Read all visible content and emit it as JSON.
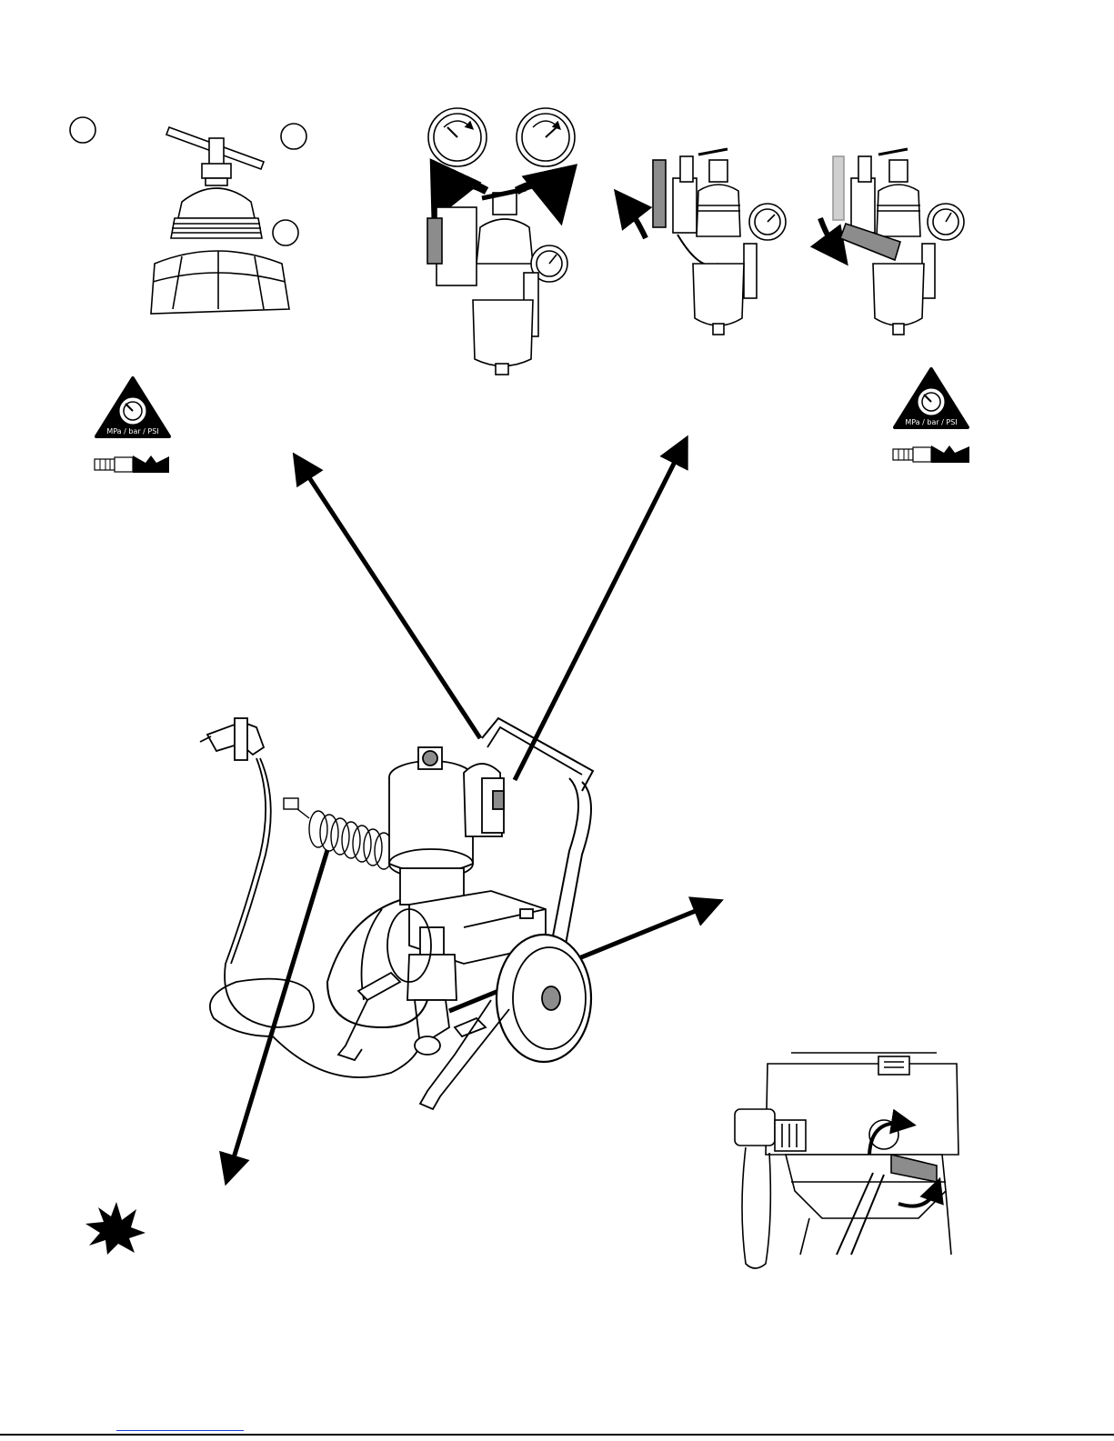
{
  "warning_symbol": {
    "units_label": "MPa / bar / PSI",
    "icon": "pressure-gauge-warning-icon"
  },
  "colors": {
    "line": "#000000",
    "shade": "#8c8c8c",
    "light_shade": "#d0d0d0",
    "link": "#1a3fd6"
  },
  "panels": [
    "pump-lid-t-handle-detail",
    "air-regulator-adjust-detail",
    "bleed-valve-open-detail",
    "bleed-valve-closed-detail",
    "fluid-drain-valve-detail",
    "sprayer-cart-assembly"
  ]
}
